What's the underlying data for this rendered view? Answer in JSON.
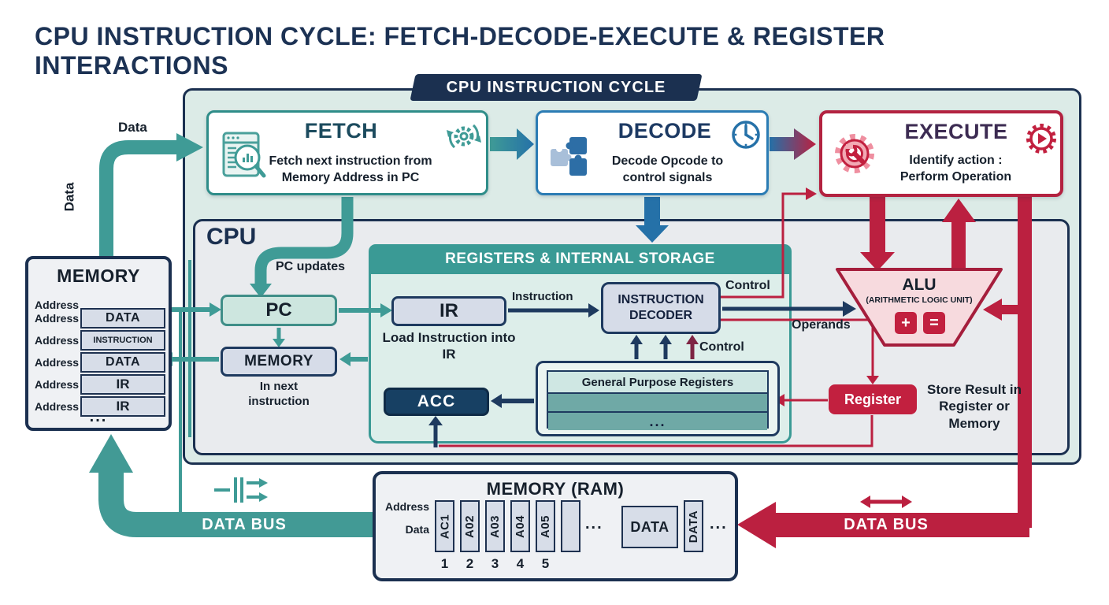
{
  "title": "CPU INSTRUCTION CYCLE: FETCH-DECODE-EXECUTE & REGISTER INTERACTIONS",
  "banner": "CPU INSTRUCTION CYCLE",
  "stages": {
    "fetch": {
      "title": "FETCH",
      "desc": "Fetch next instruction from Memory Address in PC",
      "icon_left": "browser-search-icon",
      "icon_right": "gear-refresh-icon"
    },
    "decode": {
      "title": "DECODE",
      "desc": "Decode Opcode to control signals",
      "icon_left": "puzzle-icon",
      "icon_right": "clock-icon"
    },
    "execute": {
      "title": "EXECUTE",
      "desc": "Identify action : Perform Operation",
      "icon_left": "gear-wrench-icon",
      "icon_right": "gear-play-icon"
    }
  },
  "cpu": {
    "label": "CPU",
    "registers_header": "REGISTERS & INTERNAL STORAGE",
    "pc": "PC",
    "pc_updates": "PC updates",
    "memory": "MEMORY",
    "in_next": "In next instruction",
    "ir": "IR",
    "load_ir": "Load Instruction into IR",
    "instruction": "Instruction",
    "decoder": "INSTRUCTION DECODER",
    "control_top": "Control",
    "control_bottom": "Control",
    "operands": "Operands",
    "acc": "ACC",
    "gpr": {
      "title": "General Purpose Registers",
      "dots": "..."
    },
    "register_btn": "Register",
    "alu": {
      "title": "ALU",
      "subtitle": "(ARITHMETIC LOGIC UNIT)",
      "plus": "+",
      "equals": "="
    },
    "store_result": "Store Result in Register or Memory"
  },
  "memory_left": {
    "title": "MEMORY",
    "rows": [
      {
        "address": "Address",
        "value": ""
      },
      {
        "address": "Address",
        "value": "DATA"
      },
      {
        "address": "Address",
        "value": "INSTRUCTION"
      },
      {
        "address": "Address",
        "value": "DATA"
      },
      {
        "address": "Address",
        "value": "IR"
      },
      {
        "address": "Address",
        "value": "IR"
      }
    ],
    "dots": "..."
  },
  "ram": {
    "title": "MEMORY (RAM)",
    "address_label": "Address",
    "data_label": "Data",
    "cells": [
      "AC1",
      "A02",
      "A03",
      "A04",
      "A05"
    ],
    "numbers": [
      "1",
      "2",
      "3",
      "4",
      "5"
    ],
    "dots_left": "...",
    "data_wide": "DATA",
    "data_tall": "DATA",
    "dots_right": "..."
  },
  "buses": {
    "left": "DATA BUS",
    "right": "DATA BUS"
  },
  "labels": {
    "data_top": "Data",
    "data_side": "Data"
  },
  "colors": {
    "teal": "#3F9B96",
    "navy": "#1E3A5F",
    "steel_blue": "#2571A8",
    "crimson": "#BB2040",
    "banner_navy": "#1B3050",
    "panel_teal": "#3A9A95"
  }
}
